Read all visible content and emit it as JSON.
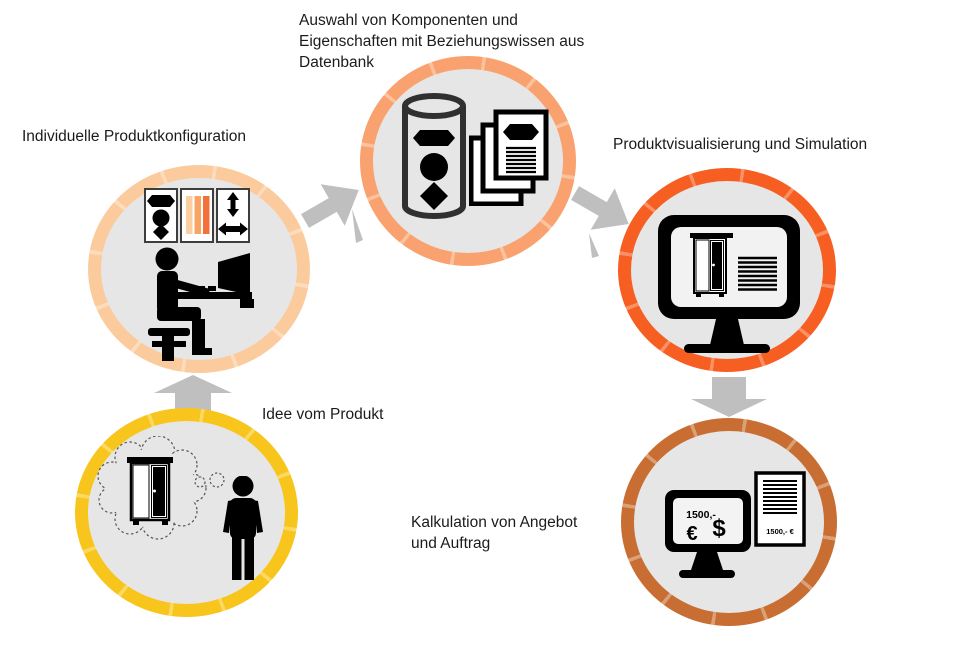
{
  "diagram": {
    "bg_color": "#ffffff",
    "circle_fill": "#e6e6e6",
    "arrow_color": "#bfbfbf",
    "nodes": [
      {
        "id": "idea",
        "label": "Idee vom Produkt",
        "ring_color": "#f8c51d",
        "icon": "thought-cloud-wardrobe-and-person"
      },
      {
        "id": "configuration",
        "label": "Individuelle Produktkonfiguration",
        "ring_color": "#fbcb9d",
        "icon": "component-boxes-and-person-at-computer"
      },
      {
        "id": "selection",
        "label": "Auswahl von Komponenten und\nEigenschaften mit Beziehungswissen aus\nDatenbank",
        "ring_color": "#f9a26f",
        "icon": "database-and-documents"
      },
      {
        "id": "visualization",
        "label": "Produktvisualisierung und Simulation",
        "ring_color": "#f75e22",
        "icon": "monitor-with-wardrobe"
      },
      {
        "id": "calculation",
        "label": "Kalkulation von Angebot\nund Auftrag",
        "ring_color": "#c86e33",
        "icon": "monitor-with-prices-and-invoice"
      }
    ],
    "flow_arrows": [
      {
        "from": "idea",
        "to": "configuration",
        "direction": "up"
      },
      {
        "from": "configuration",
        "to": "selection",
        "direction": "up-right"
      },
      {
        "from": "selection",
        "to": "visualization",
        "direction": "down-right"
      },
      {
        "from": "visualization",
        "to": "calculation",
        "direction": "down"
      }
    ],
    "calculation_details": {
      "screen_amount": "1500,-",
      "euro_symbol": "€",
      "dollar_symbol": "$",
      "invoice_total": "1500,- €"
    },
    "config_bar_colors": [
      "#fbcfa2",
      "#f9a465",
      "#f2703a"
    ]
  }
}
